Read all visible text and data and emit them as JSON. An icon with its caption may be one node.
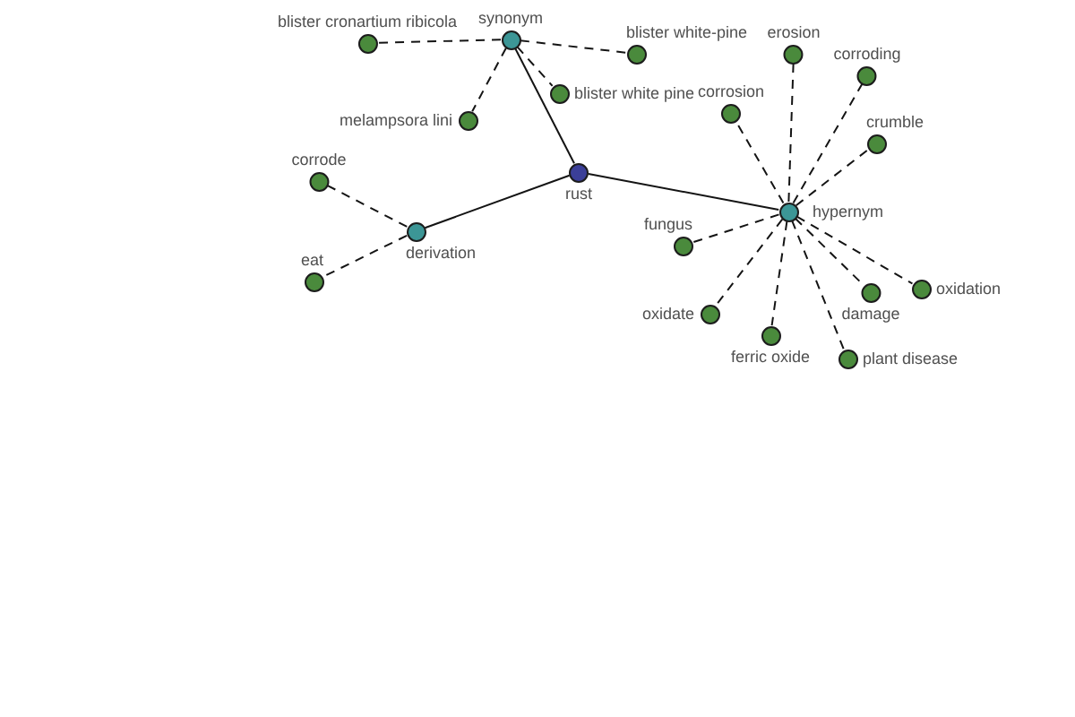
{
  "diagram": {
    "nodes": [
      {
        "text": [
          "synonym"
        ]
      },
      {
        "text": [
          "blister cronartium ribicola"
        ]
      },
      {
        "text": [
          "blister white pine"
        ]
      },
      {
        "text": [
          "blister white-pine"
        ]
      },
      {
        "text": [
          "melampsora lini"
        ]
      },
      {
        "text": [
          "rust"
        ]
      },
      {
        "text": [
          "erosion"
        ]
      },
      {
        "text": [
          "corroding"
        ]
      },
      {
        "text": [
          "corrosion"
        ]
      },
      {
        "text": [
          "crumble"
        ]
      },
      {
        "text": [
          "hypernym"
        ]
      },
      {
        "text": [
          "oxidation"
        ]
      },
      {
        "text": [
          "fungus"
        ]
      },
      {
        "text": [
          "derivation"
        ]
      },
      {
        "text": [
          "corrode"
        ]
      },
      {
        "text": [
          "damage"
        ]
      },
      {
        "text": [
          "eat"
        ]
      },
      {
        "text": [
          "oxidate"
        ]
      },
      {
        "text": [
          "ferric oxide"
        ]
      },
      {
        "text": [
          "plant disease"
        ]
      }
    ],
    "edges": [
      {
        "from": 5,
        "to": 0,
        "arrow": "none"
      },
      {
        "from": 5,
        "to": 10,
        "arrow": "none"
      },
      {
        "from": 5,
        "to": 13,
        "arrow": "none"
      },
      {
        "from": 0,
        "to": 1,
        "arrow": "none",
        "style": "dashed"
      },
      {
        "from": 0,
        "to": 2,
        "arrow": "none",
        "style": "dashed"
      },
      {
        "from": 0,
        "to": 3,
        "arrow": "none",
        "style": "dashed"
      },
      {
        "from": 0,
        "to": 4,
        "arrow": "none",
        "style": "dashed"
      },
      {
        "from": 10,
        "to": 6,
        "arrow": "none",
        "style": "dashed"
      },
      {
        "from": 10,
        "to": 7,
        "arrow": "none",
        "style": "dashed"
      },
      {
        "from": 10,
        "to": 8,
        "arrow": "none",
        "style": "dashed"
      },
      {
        "from": 10,
        "to": 9,
        "arrow": "none",
        "style": "dashed"
      },
      {
        "from": 10,
        "to": 11,
        "arrow": "none",
        "style": "dashed"
      },
      {
        "from": 10,
        "to": 12,
        "arrow": "none",
        "style": "dashed"
      },
      {
        "from": 10,
        "to": 15,
        "arrow": "none",
        "style": "dashed"
      },
      {
        "from": 10,
        "to": 17,
        "arrow": "none",
        "style": "dashed"
      },
      {
        "from": 10,
        "to": 18,
        "arrow": "none",
        "style": "dashed"
      },
      {
        "from": 10,
        "to": 19,
        "arrow": "none",
        "style": "dashed"
      },
      {
        "from": 13,
        "to": 14,
        "arrow": "none",
        "style": "dashed"
      },
      {
        "from": 13,
        "to": 16,
        "arrow": "none",
        "style": "dashed"
      }
    ]
  }
}
